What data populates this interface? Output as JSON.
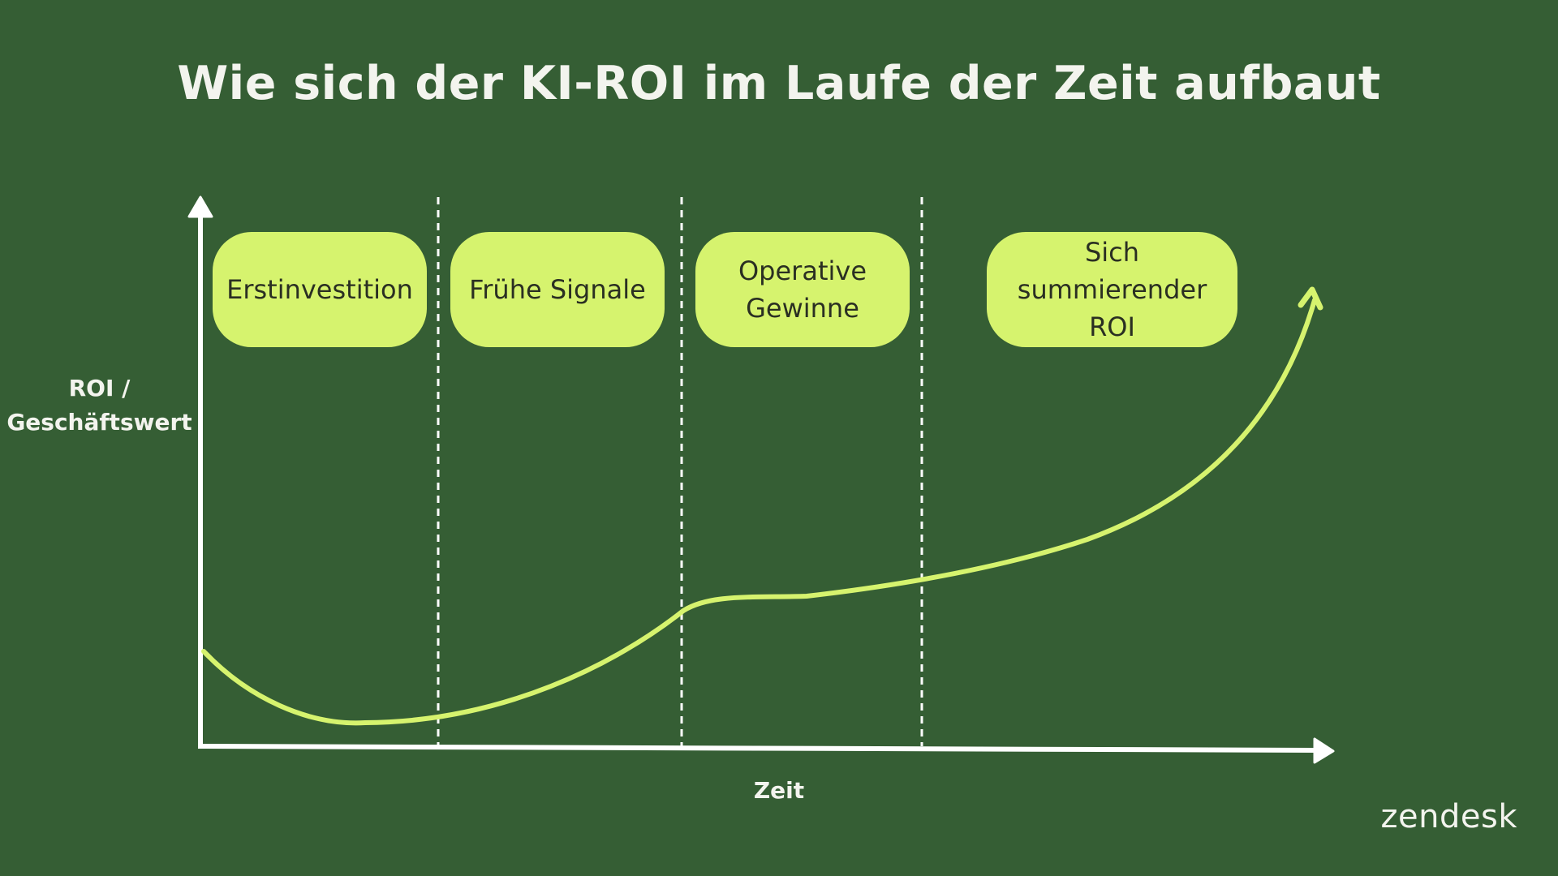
{
  "title": "Wie sich der KI-ROI im Laufe der Zeit aufbaut",
  "axes": {
    "y_label": "ROI /\nGeschäftswert",
    "x_label": "Zeit"
  },
  "phases": [
    {
      "label": "Erstinvestition"
    },
    {
      "label": "Frühe Signale"
    },
    {
      "label": "Operative\nGewinne"
    },
    {
      "label": "Sich\nsummierender\nROI"
    }
  ],
  "brand": {
    "logo_text": "zendesk"
  },
  "colors": {
    "background": "#355e34",
    "accent": "#d6f36e",
    "axis": "#ffffff",
    "text": "#f3f4ee"
  }
}
